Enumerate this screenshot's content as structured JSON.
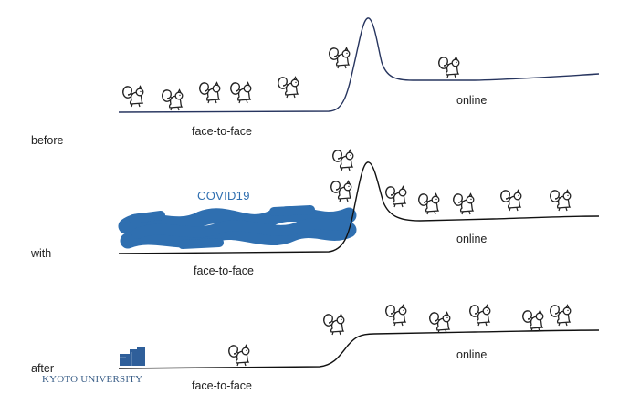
{
  "panels": [
    {
      "id": "before",
      "row_label": "before",
      "left_label": "face-to-face",
      "right_label": "online",
      "line_color": "#27355f"
    },
    {
      "id": "with",
      "row_label": "with",
      "left_label": "face-to-face",
      "right_label": "online",
      "blob_label": "COVID19",
      "line_color": "#111111"
    },
    {
      "id": "after",
      "row_label": "after",
      "left_label": "face-to-face",
      "right_label": "online",
      "line_color": "#111111"
    }
  ],
  "accent_color": "#2f6fb0",
  "icon": "squirrel-icon",
  "logo": {
    "text": "KYOTO UNIVERSITY"
  }
}
